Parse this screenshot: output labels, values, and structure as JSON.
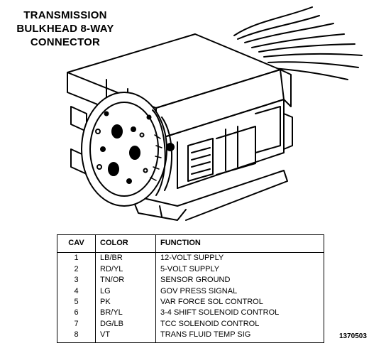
{
  "title": {
    "line1": "TRANSMISSION",
    "line2": "BULKHEAD 8-WAY",
    "line3": "CONNECTOR"
  },
  "table": {
    "headers": {
      "cav": "CAV",
      "color": "COLOR",
      "function": "FUNCTION"
    },
    "rows": [
      {
        "cav": "1",
        "color": "LB/BR",
        "function": "12-VOLT SUPPLY"
      },
      {
        "cav": "2",
        "color": "RD/YL",
        "function": "5-VOLT SUPPLY"
      },
      {
        "cav": "3",
        "color": "TN/OR",
        "function": "SENSOR GROUND"
      },
      {
        "cav": "4",
        "color": "LG",
        "function": "GOV PRESS SIGNAL"
      },
      {
        "cav": "5",
        "color": "PK",
        "function": "VAR FORCE SOL CONTROL"
      },
      {
        "cav": "6",
        "color": "BR/YL",
        "function": "3-4 SHIFT SOLENOID CONTROL"
      },
      {
        "cav": "7",
        "color": "DG/LB",
        "function": "TCC SOLENOID CONTROL"
      },
      {
        "cav": "8",
        "color": "VT",
        "function": "TRANS FLUID TEMP SIG"
      }
    ]
  },
  "figure_number": "1370503"
}
